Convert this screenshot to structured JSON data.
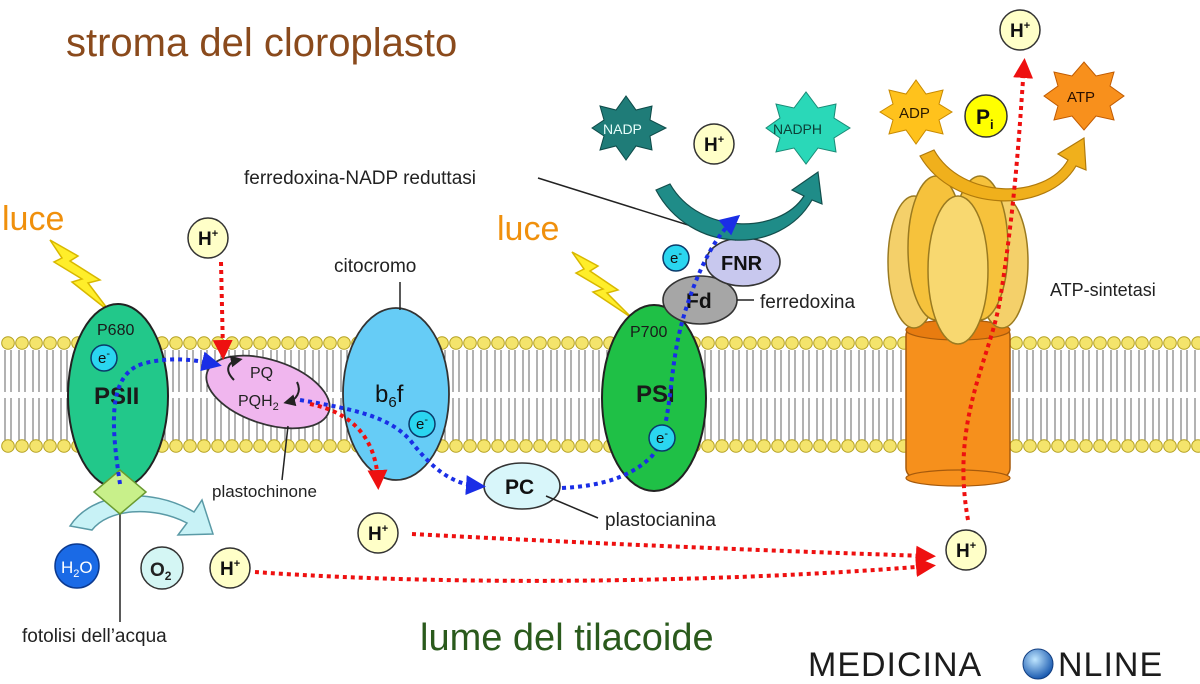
{
  "title": "stroma del cloroplasto",
  "bottom_title": "lume del tilacoide",
  "light": {
    "left": "luce",
    "right": "luce"
  },
  "complexes": {
    "psii": {
      "center": "P680",
      "name": "PSII"
    },
    "pq": {
      "top": "PQ",
      "bottom": "PQH",
      "sub": "2"
    },
    "b6f": {
      "main": "b",
      "sub": "6",
      "tail": "f"
    },
    "psi": {
      "center": "P700",
      "name": "PSI"
    },
    "pc": "PC",
    "fd": "Fd",
    "fnr": "FNR"
  },
  "carriers": {
    "electron": "e",
    "charge": "-",
    "proton": "H",
    "plus": "+"
  },
  "labels": {
    "citocromo": "citocromo",
    "plastochinone": "plastochinone",
    "plastocianina": "plastocianina",
    "ferredoxina": "ferredoxina",
    "fnr_label": "ferredoxina-NADP reduttasi",
    "atp_sintetasi": "ATP-sintetasi",
    "fotolisi": "fotolisi dell’acqua"
  },
  "molecules": {
    "h2o": {
      "main": "H",
      "sub": "2",
      "tail": "O"
    },
    "o2": {
      "main": "O",
      "sub": "2"
    },
    "nadp": "NADP",
    "nadph": "NADPH",
    "adp": "ADP",
    "pi": {
      "main": "P",
      "sub": "i"
    },
    "atp": "ATP"
  },
  "watermark": {
    "left": "MEDICINA",
    "right": "NLINE"
  },
  "colors": {
    "title": "#8a4a1c",
    "bottom_title": "#2a5a1c",
    "light_label": "#f0900c",
    "membrane_head": "#f4e46c",
    "psii": "#22c88a",
    "psi": "#1fc046",
    "pq": "#f0b6ee",
    "b6f": "#66ccf6",
    "pc": "#d8f6fa",
    "fd": "#a6a6a6",
    "fnr": "#c8c8ee",
    "proton": "#ffffc8",
    "electron": "#2ad6f0",
    "h2o": "#1a6ae6",
    "o2": "#d4f6f4",
    "electron_path": "#1a2ee6",
    "proton_path": "#ee1010",
    "atp_synthase_head": "#f6ce5a",
    "atp_synthase_stalk": "#f6901c",
    "nadp_arrow": "#1f8c88",
    "atp_arrow": "#f0b01c"
  }
}
